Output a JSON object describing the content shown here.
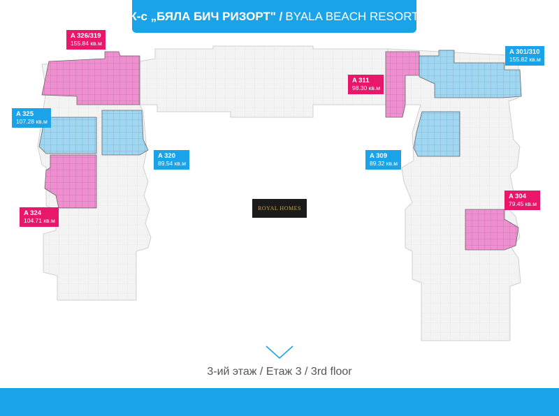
{
  "header": {
    "title_bold": "К-с „БЯЛА БИЧ РИЗОРТ\" /",
    "title_light": "BYALA BEACH RESORT"
  },
  "colors": {
    "accent_blue": "#1aa3e8",
    "accent_pink": "#e8176a",
    "plan_gray": "#f2f2f2"
  },
  "apartments": [
    {
      "id": "a326",
      "name": "A 326/319",
      "area": "155.84 кв.м",
      "color": "pink"
    },
    {
      "id": "a325",
      "name": "A 325",
      "area": "107.28 кв.м",
      "color": "blue"
    },
    {
      "id": "a324",
      "name": "A 324",
      "area": "104.71 кв.м",
      "color": "pink"
    },
    {
      "id": "a320",
      "name": "A 320",
      "area": "89.54 кв.м",
      "color": "blue"
    },
    {
      "id": "a311",
      "name": "A 311",
      "area": "98.30 кв.м",
      "color": "pink"
    },
    {
      "id": "a309",
      "name": "A 309",
      "area": "89.32 кв.м",
      "color": "blue"
    },
    {
      "id": "a301",
      "name": "A 301/310",
      "area": "155.82 кв.м",
      "color": "blue"
    },
    {
      "id": "a304",
      "name": "A 304",
      "area": "79.45 кв.м",
      "color": "pink"
    }
  ],
  "logo": {
    "text": "ROYAL HOMES"
  },
  "icons": {
    "scroll": "chevron-down-icon"
  },
  "floor_label": "3-ий этаж / Етаж 3 / 3rd floor"
}
